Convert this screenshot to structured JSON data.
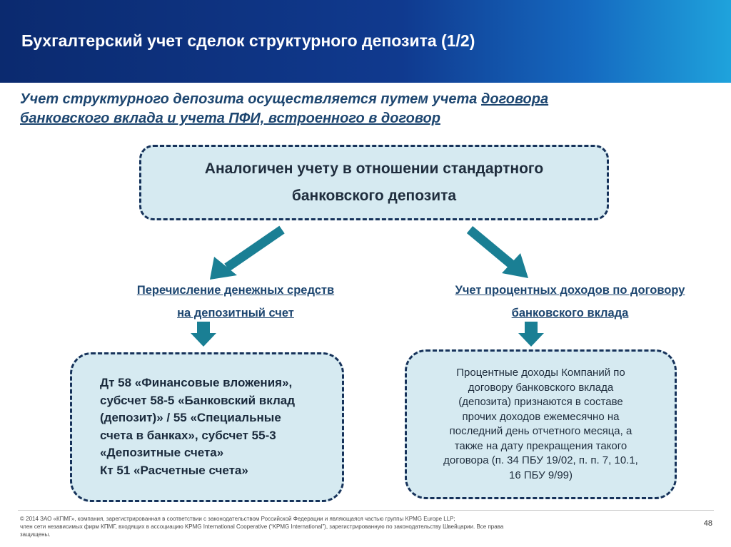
{
  "header": {
    "title": "Бухгалтерский учет сделок структурного депозита (1/2)"
  },
  "subtitle": {
    "line1_plain": "Учет структурного депозита осуществляется путем учета ",
    "line1_underlined": "договора",
    "line2_underlined": "банковского вклада и учета ПФИ, встроенного в договор"
  },
  "top_box": {
    "lines": [
      "Аналогичен учету в отношении стандартного",
      "банковского депозита"
    ]
  },
  "left_branch": {
    "label_lines": [
      "Перечисление денежных средств",
      "на депозитный счет"
    ],
    "box_lines": [
      "Дт 58 «Финансовые вложения»,",
      "субсчет 58-5 «Банковский вклад",
      "(депозит)» / 55 «Специальные",
      "счета в банках», субсчет 55-3",
      "«Депозитные счета»",
      "Кт 51 «Расчетные счета»"
    ]
  },
  "right_branch": {
    "label_lines": [
      "Учет процентных доходов по договору",
      "банковского вклада"
    ],
    "box_lines": [
      "Процентные доходы Компаний по",
      "договору банковского вклада",
      "(депозита) признаются в составе",
      "прочих доходов ежемесячно на",
      "последний день отчетного месяца, а",
      "также на дату прекращения такого",
      "договора (п. 34 ПБУ 19/02, п. п. 7, 10.1,",
      "16 ПБУ 9/99)"
    ]
  },
  "footer": {
    "line1": "© 2014 ЗАО «КПМГ», компания, зарегистрированная в соответствии с законодательством Российской Федерации и являющаяся частью группы KPMG Europe LLP;",
    "line2": "член сети независимых фирм КПМГ, входящих в ассоциацию KPMG International Cooperative (“KPMG International”), зарегистрированную по законодательству Швейцарии. Все права",
    "line3": "защищены.",
    "page_number": "48"
  },
  "colors": {
    "header_dark": "#0b2a6f",
    "header_light": "#1fa3dc",
    "arrow": "#1a7f94",
    "box_fill": "#d6eaf1",
    "box_border": "#16325a",
    "heading_text": "#1d4670"
  },
  "icons": {
    "diagonal_arrow_left": "arrow-down-left-icon",
    "diagonal_arrow_right": "arrow-down-right-icon",
    "down_arrow": "arrow-down-icon"
  }
}
